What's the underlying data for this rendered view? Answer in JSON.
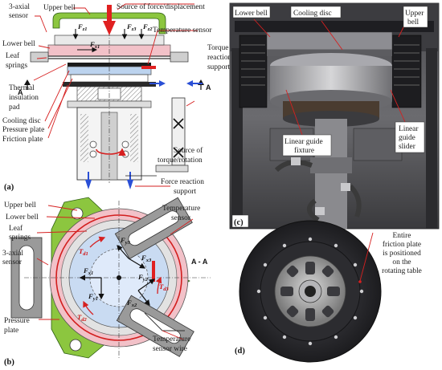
{
  "panel_a": {
    "tag": "(a)",
    "labels": {
      "axial_sensor_1": "3-axial",
      "axial_sensor_2": "sensor",
      "upper_bell": "Upper bell",
      "source_force": "Source of force/displacement",
      "temperature_sensor": "Temperature sensor",
      "lower_bell": "Lower bell",
      "leaf_springs_1": "Leaf",
      "leaf_springs_2": "springs",
      "torque_reaction_1": "Torque",
      "torque_reaction_2": "reaction",
      "torque_reaction_3": "support",
      "thermal_pad_1": "Thermal",
      "thermal_pad_2": "insulation",
      "thermal_pad_3": "pad",
      "cooling_disc": "Cooling disc",
      "pressure_plate": "Pressure plate",
      "friction_plate": "Friction plate",
      "source_torque_1": "Source of",
      "source_torque_2": "torque/rotation",
      "force_reaction_1": "Force reaction",
      "force_reaction_2": "support",
      "section_mark": "A",
      "section_mark_right": "A"
    },
    "forces": {
      "fz1": "F",
      "fz1_sub": "z1",
      "fz3": "F",
      "fz3_sub": "z3",
      "fz2": "F",
      "fz2_sub": "z2",
      "fx1": "F",
      "fx1_sub": "x1"
    }
  },
  "panel_b": {
    "tag": "(b)",
    "labels": {
      "upper_bell": "Upper bell",
      "lower_bell": "Lower bell",
      "leaf_springs_1": "Leaf",
      "leaf_springs_2": "springs",
      "axial_sensor_1": "3-axial",
      "axial_sensor_2": "sensor",
      "pressure_plate_1": "Pressure",
      "pressure_plate_2": "plate",
      "temperature_sensor_1": "Temperature",
      "temperature_sensor_2": "sensor",
      "section": "A - A",
      "temperature_wire_1": "Temperature",
      "temperature_wire_2": "sensor wire"
    },
    "forces": {
      "fy3": "F",
      "fy3_sub": "y3",
      "fx3": "F",
      "fx3_sub": "x3",
      "fx1": "F",
      "fx1_sub": "x1",
      "fy1": "F",
      "fy1_sub": "y1",
      "fy2": "F",
      "fy2_sub": "y2",
      "fx2": "F",
      "fx2_sub": "x2",
      "td1": "T",
      "td1_sub": "d1",
      "td2": "T",
      "td2_sub": "d2",
      "td3": "T",
      "td3_sub": "d3"
    }
  },
  "panel_c": {
    "tag": "(c)",
    "labels": {
      "lower_bell": "Lower bell",
      "cooling_disc": "Cooling disc",
      "upper_bell_1": "Upper",
      "upper_bell_2": "bell",
      "guide_fixture_1": "Linear guide",
      "guide_fixture_2": "fixture",
      "guide_slider_1": "Linear",
      "guide_slider_2": "guide",
      "guide_slider_3": "slider"
    }
  },
  "panel_d": {
    "tag": "(d)",
    "labels": {
      "note_1": "Entire",
      "note_2": "friction plate",
      "note_3": "is positioned",
      "note_4": "on the",
      "note_5": "rotating table"
    }
  },
  "colors": {
    "bell_green": "#8cc63f",
    "lower_bell_pink": "#f2c1c8",
    "plate_blue": "#bcd3ee",
    "leader_red": "#d62020",
    "arrow_blue": "#2a4fd6",
    "photo_dark": "#2e2e30"
  }
}
